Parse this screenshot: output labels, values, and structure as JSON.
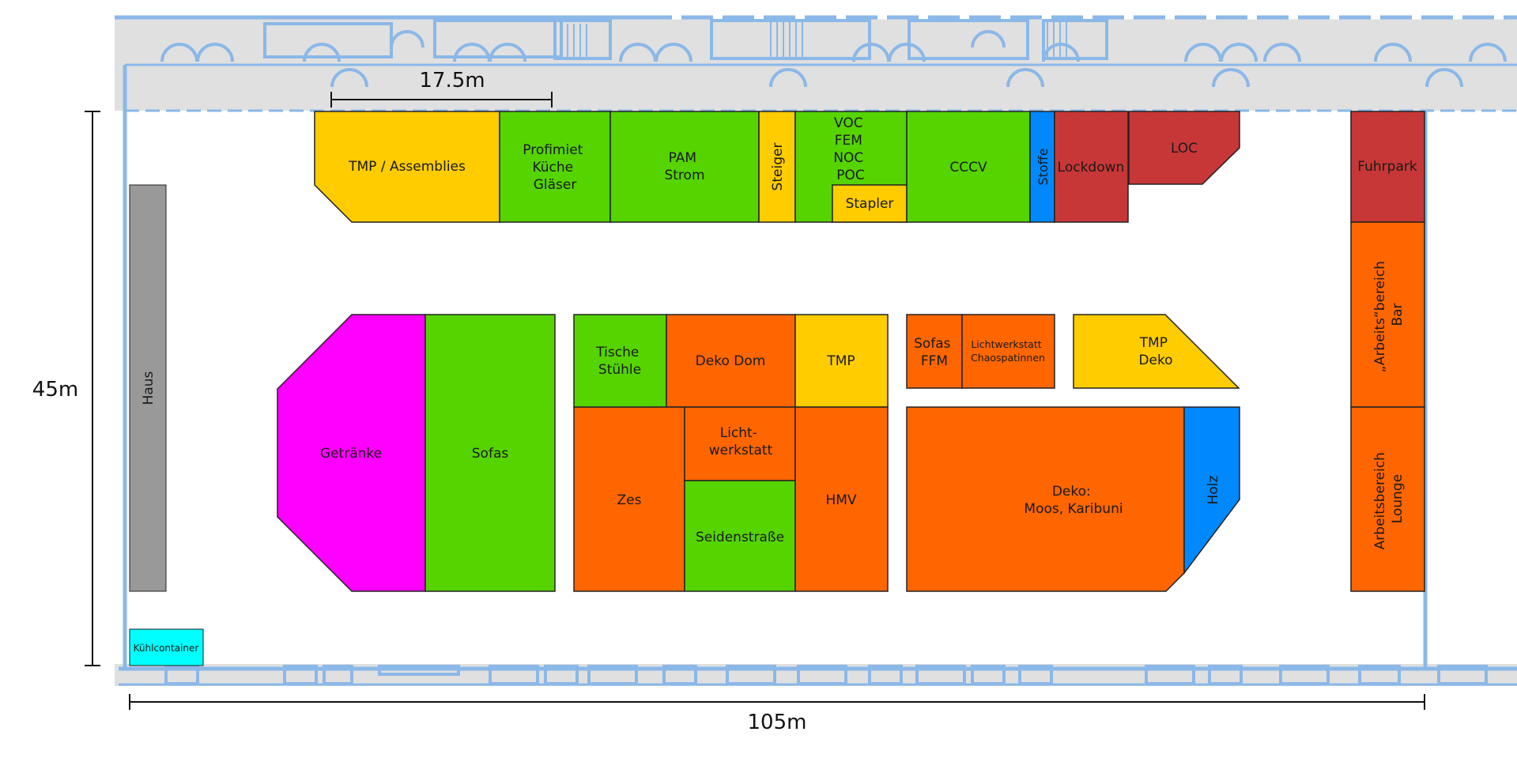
{
  "dimensions": {
    "width_label": "105m",
    "height_label": "45m",
    "segment_label": "17.5m"
  },
  "colors": {
    "green": "#55d400",
    "orange": "#ff6600",
    "yellow": "#ffcc00",
    "red": "#c83737",
    "blue": "#0088ff",
    "magenta": "#ff00ff",
    "gray": "#999999",
    "cyan": "#00ffff",
    "wall": "#8ab8e8",
    "corridor": "#e0e0e0"
  },
  "zones": {
    "tmp_assemblies": [
      "TMP / Assemblies"
    ],
    "profimiet": [
      "Profimiet",
      "Küche",
      "Gläser"
    ],
    "pam_strom": [
      "PAM",
      "Strom"
    ],
    "steiger": [
      "Steiger"
    ],
    "voc_group": [
      "VOC",
      "FEM",
      "NOC",
      "POC"
    ],
    "stapler": [
      "Stapler"
    ],
    "cccv": [
      "CCCV"
    ],
    "stoffe": [
      "Stoffe"
    ],
    "lockdown": [
      "Lockdown"
    ],
    "loc": [
      "LOC"
    ],
    "fuhrpark": [
      "Fuhrpark"
    ],
    "arbeitsbereich_bar": [
      "„Arbeits“bereich",
      "Bar"
    ],
    "arbeitsbereich_lounge": [
      "Arbeitsbereich",
      "Lounge"
    ],
    "haus": [
      "Haus"
    ],
    "kuehlcontainer": [
      "Kühlcontainer"
    ],
    "getraenke": [
      "Getränke"
    ],
    "sofas": [
      "Sofas"
    ],
    "tische_stuehle": [
      "Tische",
      "Stühle"
    ],
    "deko_dom": [
      "Deko Dom"
    ],
    "tmp_mid": [
      "TMP"
    ],
    "zes": [
      "Zes"
    ],
    "lichtwerkstatt": [
      "Licht-",
      "werkstatt"
    ],
    "seidenstrasse": [
      "Seidenstraße"
    ],
    "hmv": [
      "HMV"
    ],
    "sofas_ffm": [
      "Sofas",
      "FFM"
    ],
    "lichtwerkstatt_chaos": [
      "Lichtwerkstatt",
      "Chaospatinnen"
    ],
    "tmp_deko": [
      "TMP",
      "Deko"
    ],
    "deko_moos": [
      "Deko:",
      "Moos, Karibuni"
    ],
    "holz": [
      "Holz"
    ]
  }
}
